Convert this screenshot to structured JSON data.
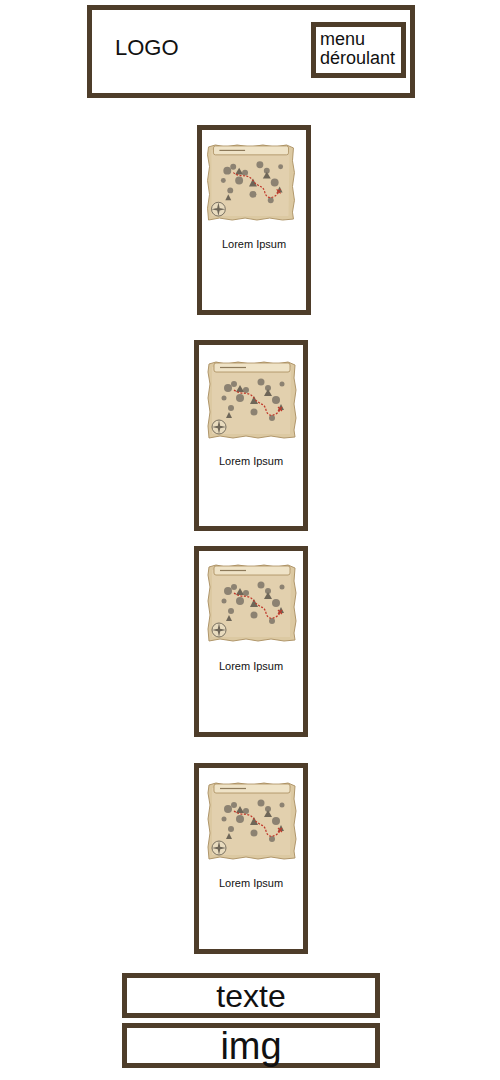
{
  "diagram": {
    "nodes": [
      {
        "text": [
          "LOGO"
        ]
      },
      {
        "text": [
          "menu déroulant"
        ],
        "in": 0
      },
      {
        "text": [
          "Lorem Ipsum"
        ]
      },
      {
        "text": [
          "Lorem Ipsum"
        ]
      },
      {
        "text": [
          "Lorem Ipsum"
        ]
      },
      {
        "text": [
          "Lorem Ipsum"
        ]
      },
      {
        "text": [
          "texte"
        ]
      },
      {
        "text": [
          "img"
        ]
      }
    ]
  }
}
